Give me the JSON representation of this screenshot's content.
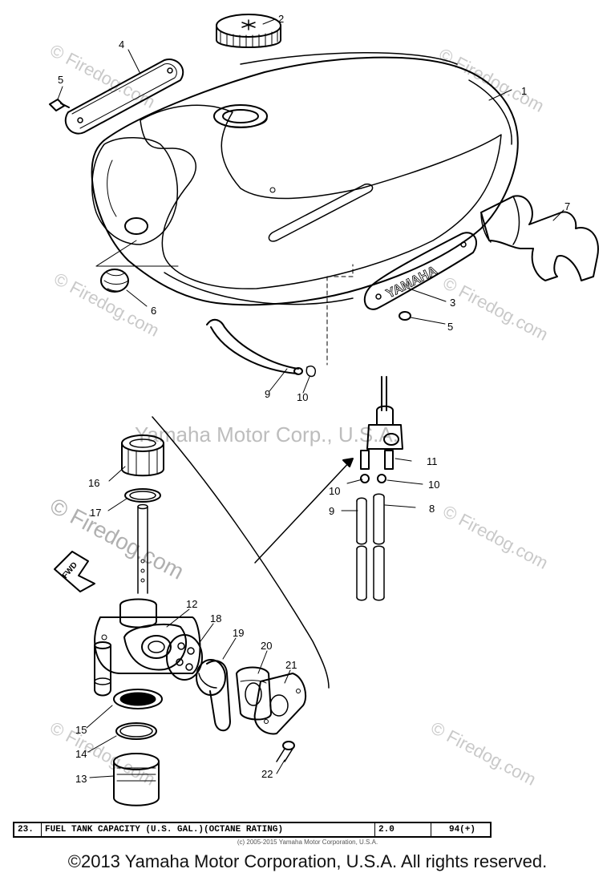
{
  "watermarks": {
    "firedog": "© Firedog.com",
    "firedog_large": "© Firedog.com",
    "yamaha_center": "Yamaha Motor Corp., U.S.A."
  },
  "callouts": {
    "c1": "1",
    "c2": "2",
    "c3": "3",
    "c4": "4",
    "c5a": "5",
    "c5b": "5",
    "c6": "6",
    "c7": "7",
    "c8": "8",
    "c9a": "9",
    "c9b": "9",
    "c10a": "10",
    "c10b": "10",
    "c10c": "10",
    "c11": "11",
    "c12": "12",
    "c13": "13",
    "c14": "14",
    "c15": "15",
    "c16": "16",
    "c17": "17",
    "c18": "18",
    "c19": "19",
    "c20": "20",
    "c21": "21",
    "c22": "22"
  },
  "labels": {
    "tank_emblem": "YAMAHA",
    "fwd_arrow": "FWD"
  },
  "spec_table": {
    "number": "23.",
    "description": "FUEL TANK CAPACITY (U.S. GAL.)(OCTANE RATING)",
    "capacity": "2.0",
    "octane": "94(+)"
  },
  "small_copyright": "(c) 2005-2015 Yamaha Motor Corporation, U.S.A.",
  "copyright": "©2013 Yamaha Motor Corporation, U.S.A. All rights reserved."
}
